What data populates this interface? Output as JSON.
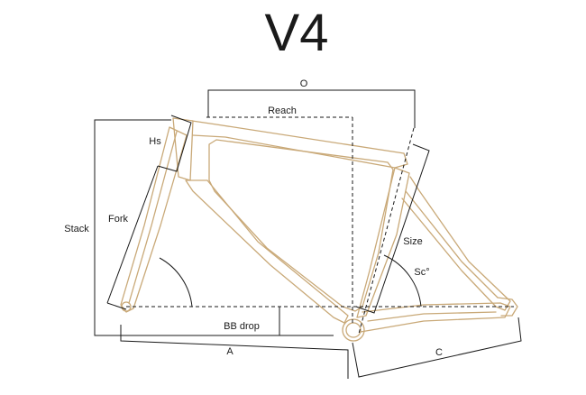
{
  "title": "V4",
  "labels": {
    "o": "O",
    "reach": "Reach",
    "hs": "Hs",
    "stack": "Stack",
    "fork": "Fork",
    "size": "Size",
    "sc": "Sc°",
    "bb_drop": "BB drop",
    "a": "A",
    "c": "C"
  },
  "colors": {
    "frame": "#c9a978",
    "lines": "#1a1a1a",
    "background": "#ffffff"
  }
}
